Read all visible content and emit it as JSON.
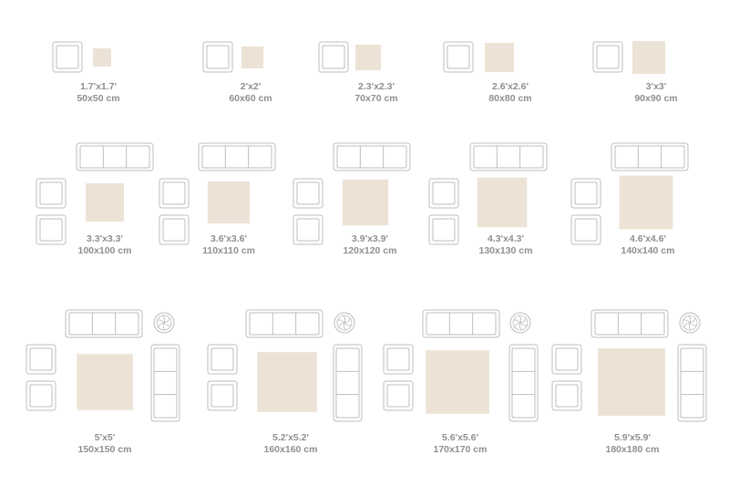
{
  "colors": {
    "rug": "#ece3d6",
    "furniture_stroke": "#bdbdbd",
    "text": "#8f8f8f"
  },
  "icons": {
    "armchair": "armchair-icon",
    "sofa": "sofa-icon",
    "table": "side-table-icon",
    "rug": "rug-swatch"
  },
  "rugs": [
    {
      "feet": "1.7'x1.7'",
      "cm": "50x50 cm",
      "side_cm": 50
    },
    {
      "feet": "2'x2'",
      "cm": "60x60 cm",
      "side_cm": 60
    },
    {
      "feet": "2.3'x2.3'",
      "cm": "70x70 cm",
      "side_cm": 70
    },
    {
      "feet": "2.6'x2.6'",
      "cm": "80x80 cm",
      "side_cm": 80
    },
    {
      "feet": "3'x3'",
      "cm": "90x90 cm",
      "side_cm": 90
    },
    {
      "feet": "3.3'x3.3'",
      "cm": "100x100 cm",
      "side_cm": 100
    },
    {
      "feet": "3.6'x3.6'",
      "cm": "110x110 cm",
      "side_cm": 110
    },
    {
      "feet": "3.9'x3.9'",
      "cm": "120x120 cm",
      "side_cm": 120
    },
    {
      "feet": "4.3'x4.3'",
      "cm": "130x130 cm",
      "side_cm": 130
    },
    {
      "feet": "4.6'x4.6'",
      "cm": "140x140 cm",
      "side_cm": 140
    },
    {
      "feet": "5'x5'",
      "cm": "150x150 cm",
      "side_cm": 150
    },
    {
      "feet": "5.2'x5.2'",
      "cm": "160x160 cm",
      "side_cm": 160
    },
    {
      "feet": "5.6'x5.6'",
      "cm": "170x170 cm",
      "side_cm": 170
    },
    {
      "feet": "5.9'x5.9'",
      "cm": "180x180 cm",
      "side_cm": 180
    }
  ]
}
